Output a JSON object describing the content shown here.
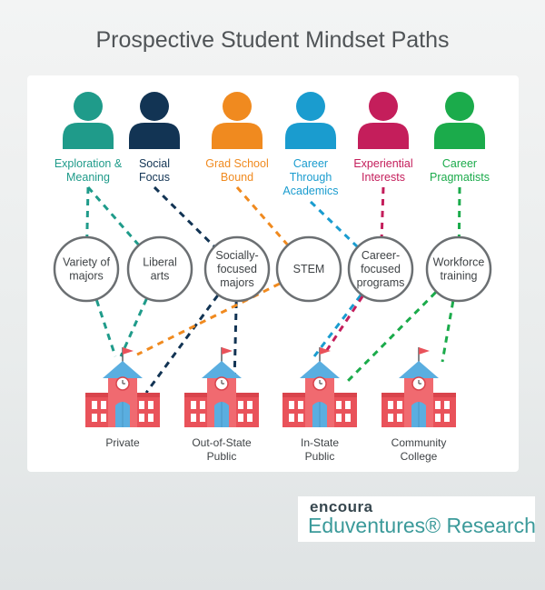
{
  "title": "Prospective Student Mindset Paths",
  "colors": {
    "teal": "#1f9b8a",
    "navy": "#123454",
    "orange": "#f08a1f",
    "sky": "#1a9ccf",
    "magenta": "#c41e5b",
    "green": "#1bab4b",
    "circle_stroke": "#6b6f72",
    "building_red": "#e9525a",
    "building_blue": "#5aaee0"
  },
  "personas": [
    {
      "lines": [
        "Exploration &",
        "Meaning"
      ],
      "color": "#1f9b8a",
      "icon": "person-icon"
    },
    {
      "lines": [
        "Social",
        "Focus"
      ],
      "color": "#123454",
      "icon": "person-icon"
    },
    {
      "lines": [
        "Grad School",
        "Bound"
      ],
      "color": "#f08a1f",
      "icon": "person-icon"
    },
    {
      "lines": [
        "Career",
        "Through",
        "Academics"
      ],
      "color": "#1a9ccf",
      "icon": "person-icon"
    },
    {
      "lines": [
        "Experiential",
        "Interests"
      ],
      "color": "#c41e5b",
      "icon": "person-icon"
    },
    {
      "lines": [
        "Career",
        "Pragmatists"
      ],
      "color": "#1bab4b",
      "icon": "person-icon"
    }
  ],
  "paths": [
    {
      "lines": [
        "Variety of",
        "majors"
      ]
    },
    {
      "lines": [
        "Liberal",
        "arts"
      ]
    },
    {
      "lines": [
        "Socially-",
        "focused",
        "majors"
      ]
    },
    {
      "lines": [
        "STEM"
      ]
    },
    {
      "lines": [
        "Career-",
        "focused",
        "programs"
      ]
    },
    {
      "lines": [
        "Workforce",
        "training"
      ]
    }
  ],
  "institutions": [
    {
      "lines": [
        "Private"
      ],
      "icon": "school-building-icon"
    },
    {
      "lines": [
        "Out-of-State",
        "Public"
      ],
      "icon": "school-building-icon"
    },
    {
      "lines": [
        "In-State",
        "Public"
      ],
      "icon": "school-building-icon"
    },
    {
      "lines": [
        "Community",
        "College"
      ],
      "icon": "school-building-icon"
    }
  ],
  "links_persona_to_path": [
    {
      "persona": 0,
      "path": 0
    },
    {
      "persona": 0,
      "path": 1
    },
    {
      "persona": 1,
      "path": 2
    },
    {
      "persona": 2,
      "path": 3
    },
    {
      "persona": 3,
      "path": 4
    },
    {
      "persona": 4,
      "path": 4
    },
    {
      "persona": 5,
      "path": 5
    }
  ],
  "links_path_to_institution": [
    {
      "path": 0,
      "institution": 0,
      "color": "#1f9b8a"
    },
    {
      "path": 1,
      "institution": 0,
      "color": "#1f9b8a"
    },
    {
      "path": 2,
      "institution": 0,
      "color": "#123454"
    },
    {
      "path": 2,
      "institution": 1,
      "color": "#123454"
    },
    {
      "path": 3,
      "institution": 0,
      "color": "#f08a1f"
    },
    {
      "path": 4,
      "institution": 2,
      "color": "#1a9ccf"
    },
    {
      "path": 4,
      "institution": 2,
      "color": "#c41e5b"
    },
    {
      "path": 5,
      "institution": 2,
      "color": "#1bab4b"
    },
    {
      "path": 5,
      "institution": 3,
      "color": "#1bab4b"
    }
  ],
  "brand": {
    "logo": "encoura",
    "name": "Eduventures® Research"
  }
}
